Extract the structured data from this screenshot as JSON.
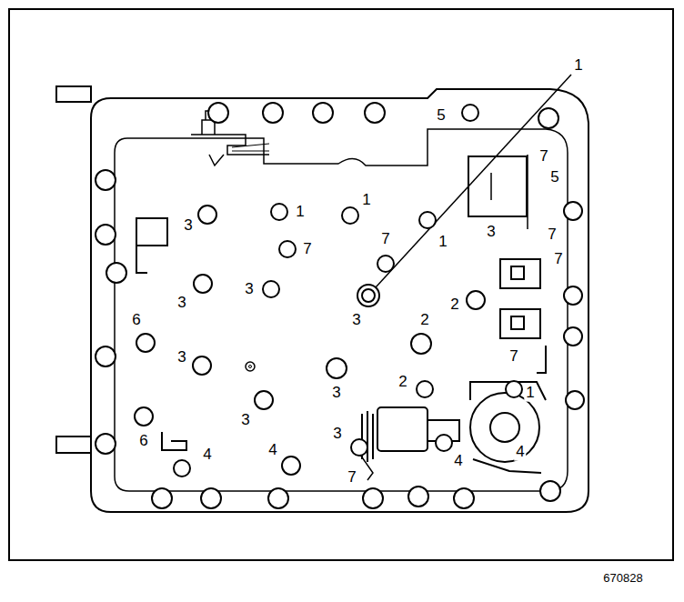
{
  "diagram": {
    "labels": [
      "1",
      "5",
      "7",
      "5",
      "3",
      "1",
      "1",
      "7",
      "1",
      "3",
      "7",
      "7",
      "7",
      "3",
      "3",
      "2",
      "3",
      "2",
      "6",
      "3",
      "7",
      "2",
      "1",
      "3",
      "3",
      "3",
      "6",
      "4",
      "4",
      "4",
      "4",
      "7",
      "670828"
    ]
  }
}
